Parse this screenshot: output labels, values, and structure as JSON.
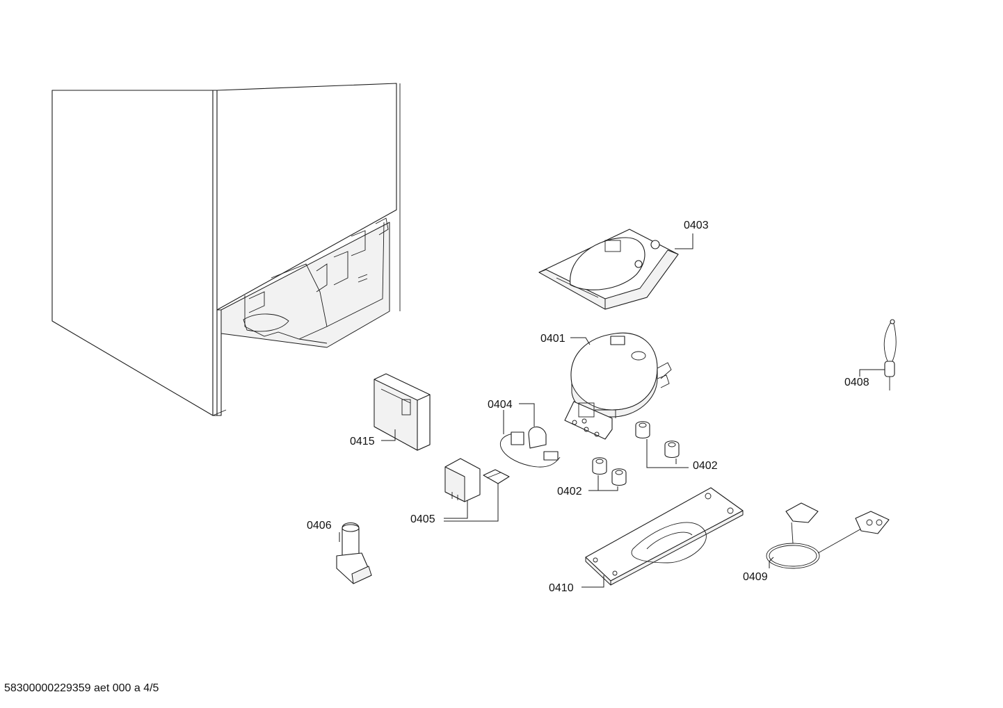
{
  "callouts": {
    "c0403": "0403",
    "c0401": "0401",
    "c0408": "0408",
    "c0404": "0404",
    "c0415": "0415",
    "c0402a": "0402",
    "c0402b": "0402",
    "c0405": "0405",
    "c0406": "0406",
    "c0409": "0409",
    "c0410": "0410"
  },
  "footer": "58300000229359 aet 000 a 4/5"
}
